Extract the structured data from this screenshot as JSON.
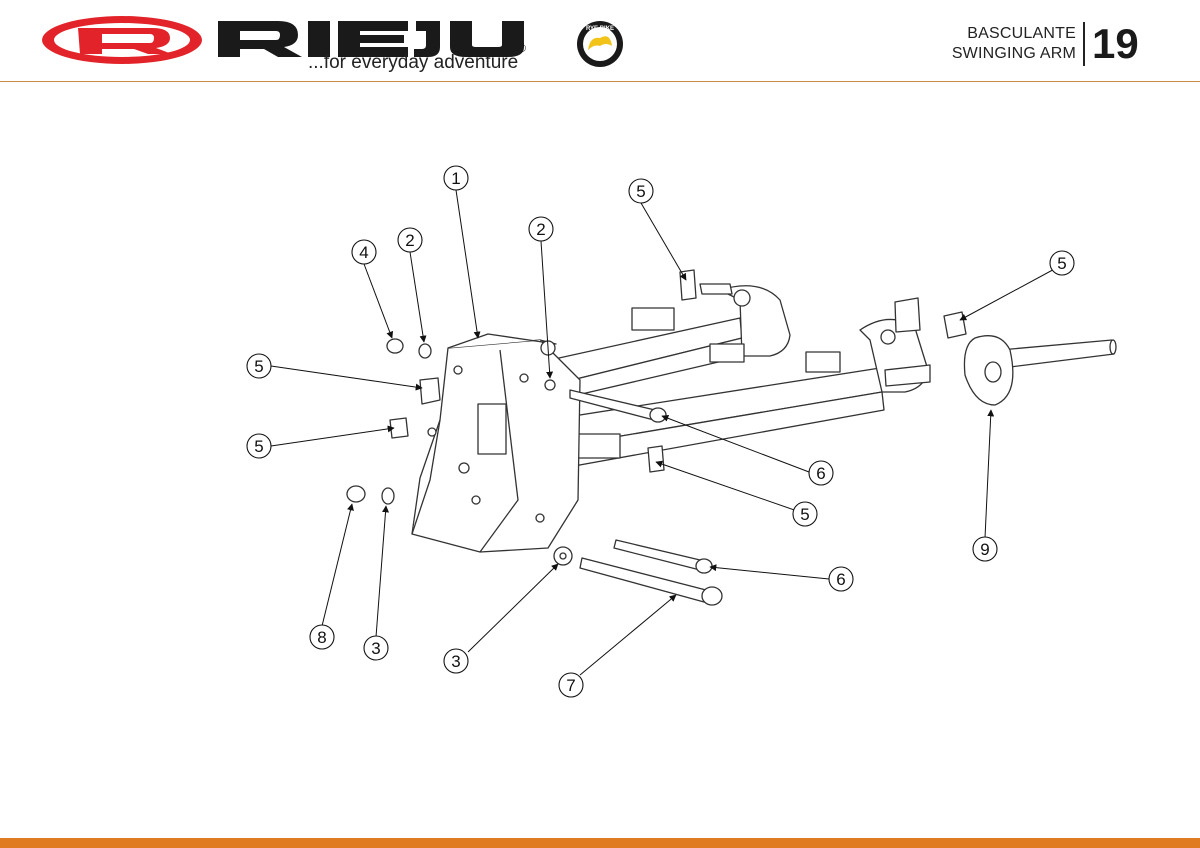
{
  "brand": {
    "name": "RIEJU",
    "tagline": "...for everyday adventure",
    "registered_mark": "®",
    "badge_text": "RYE BIKE",
    "brand_red": "#e3232a",
    "brand_dark": "#1a1a1a",
    "accent_orange": "#e07b22"
  },
  "header": {
    "title_es": "BASCULANTE",
    "title_en": "SWINGING ARM",
    "page_number": "19"
  },
  "callouts": [
    {
      "label": "1"
    },
    {
      "label": "2"
    },
    {
      "label": "2"
    },
    {
      "label": "4"
    },
    {
      "label": "5"
    },
    {
      "label": "5"
    },
    {
      "label": "5"
    },
    {
      "label": "5"
    },
    {
      "label": "5"
    },
    {
      "label": "6"
    },
    {
      "label": "6"
    },
    {
      "label": "7"
    },
    {
      "label": "3"
    },
    {
      "label": "3"
    },
    {
      "label": "8"
    },
    {
      "label": "9"
    }
  ]
}
